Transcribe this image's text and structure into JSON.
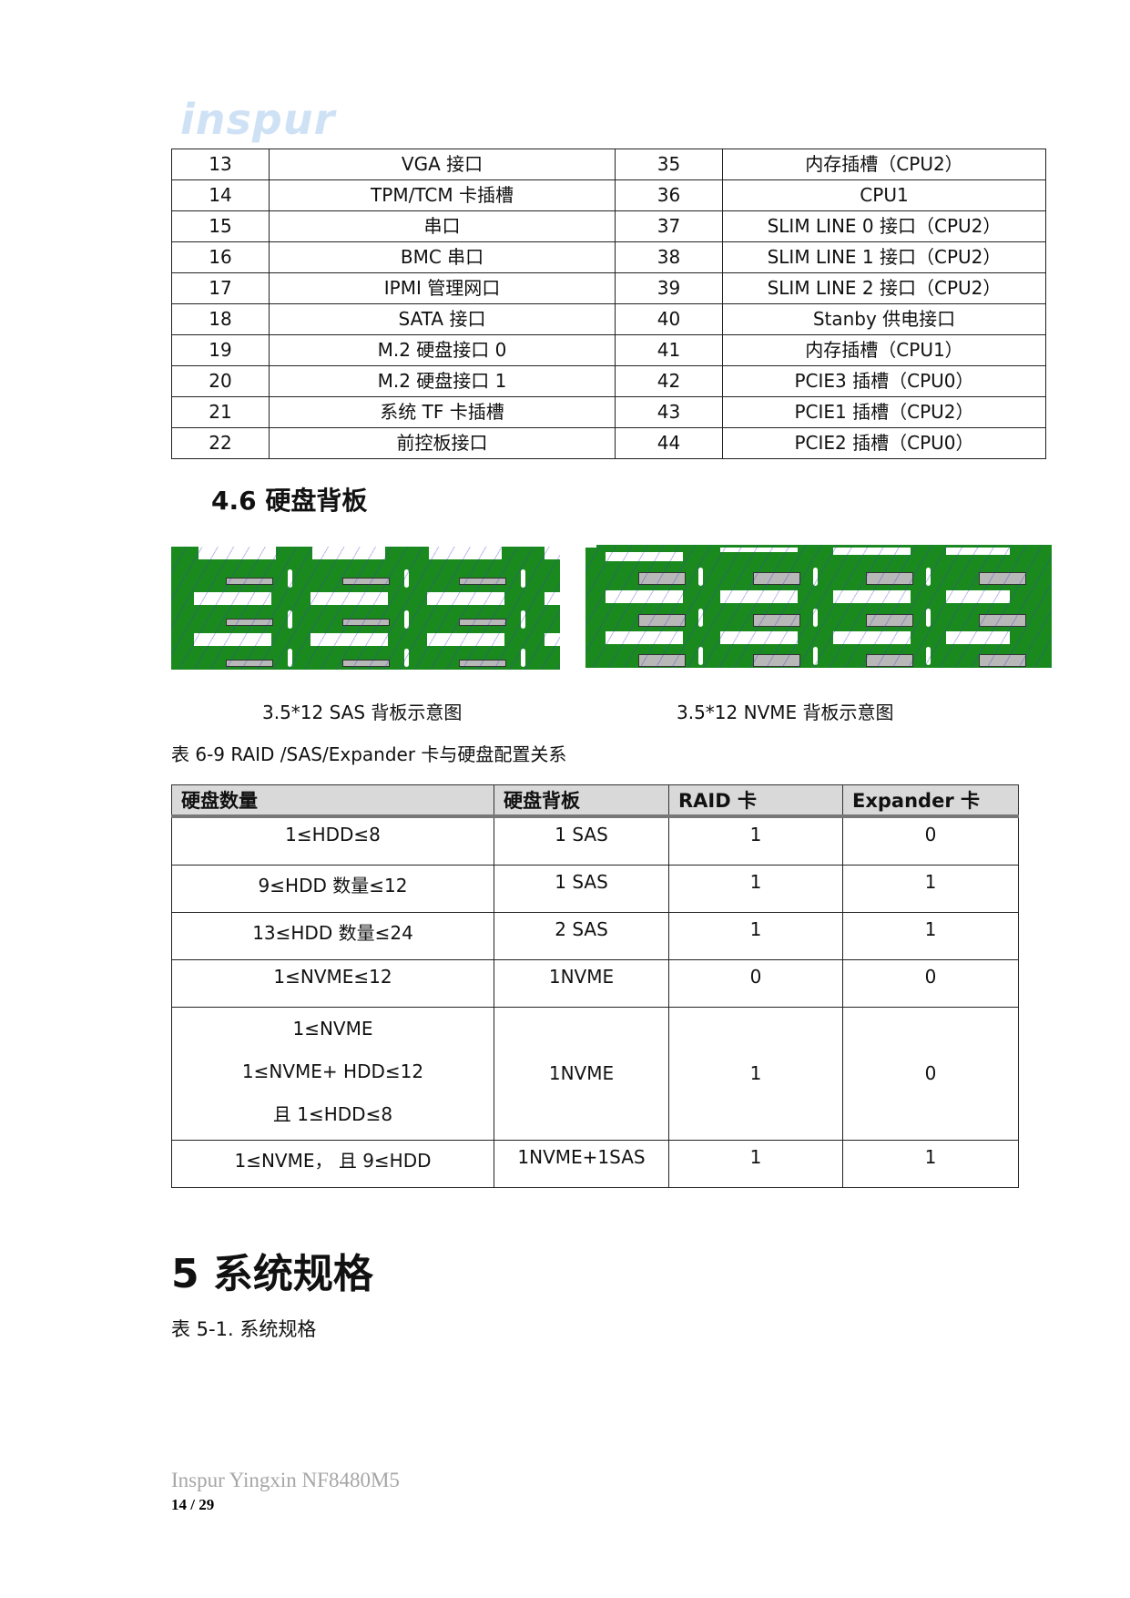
{
  "header": {
    "logo_text": "inspur"
  },
  "table1": {
    "rows": [
      [
        "13",
        "VGA 接口",
        "35",
        "内存插槽（CPU2）"
      ],
      [
        "14",
        "TPM/TCM 卡插槽",
        "36",
        "CPU1"
      ],
      [
        "15",
        "串口",
        "37",
        "SLIM LINE 0 接口（CPU2）"
      ],
      [
        "16",
        "BMC 串口",
        "38",
        "SLIM LINE 1 接口（CPU2）"
      ],
      [
        "17",
        "IPMI 管理网口",
        "39",
        "SLIM LINE 2 接口（CPU2）"
      ],
      [
        "18",
        "SATA 接口",
        "40",
        "Stanby 供电接口"
      ],
      [
        "19",
        "M.2 硬盘接口  0",
        "41",
        "内存插槽（CPU1）"
      ],
      [
        "20",
        "M.2 硬盘接口  1",
        "42",
        "PCIE3 插槽（CPU0）"
      ],
      [
        "21",
        "系统  TF 卡插槽",
        "43",
        "PCIE1 插槽（CPU2）"
      ],
      [
        "22",
        "前控板接口",
        "44",
        "PCIE2 插槽（CPU0）"
      ]
    ]
  },
  "section_4_6": {
    "heading": "4.6  硬盘背板"
  },
  "figures": {
    "sas_caption": "3.5*12 SAS 背板示意图",
    "nvme_caption": "3.5*12 NVME 背板示意图",
    "board_color": "#1a8a1e"
  },
  "table2": {
    "caption": "表 6-9 RAID /SAS/Expander 卡与硬盘配置关系",
    "headers": [
      "硬盘数量",
      "硬盘背板",
      "RAID 卡",
      "Expander 卡"
    ],
    "rows": [
      {
        "count": [
          "1≤HDD≤8"
        ],
        "backplane": "1 SAS",
        "raid": "1",
        "expander": "0"
      },
      {
        "count": [
          "9≤HDD 数量≤12"
        ],
        "backplane": "1 SAS",
        "raid": "1",
        "expander": "1"
      },
      {
        "count": [
          "13≤HDD 数量≤24"
        ],
        "backplane": "2 SAS",
        "raid": "1",
        "expander": "1"
      },
      {
        "count": [
          "1≤NVME≤12"
        ],
        "backplane": "1NVME",
        "raid": "0",
        "expander": "0"
      },
      {
        "count": [
          "1≤NVME",
          "1≤NVME+ HDD≤12",
          "且  1≤HDD≤8"
        ],
        "backplane": "1NVME",
        "raid": "1",
        "expander": "0"
      },
      {
        "count": [
          "1≤NVME，  且  9≤HDD"
        ],
        "backplane": "1NVME+1SAS",
        "raid": "1",
        "expander": "1"
      }
    ]
  },
  "section_5": {
    "heading": "5  系统规格",
    "table_caption": "表  5-1.  系统规格"
  },
  "footer": {
    "product": "Inspur Yingxin NF8480M5",
    "page": "14 / 29"
  }
}
